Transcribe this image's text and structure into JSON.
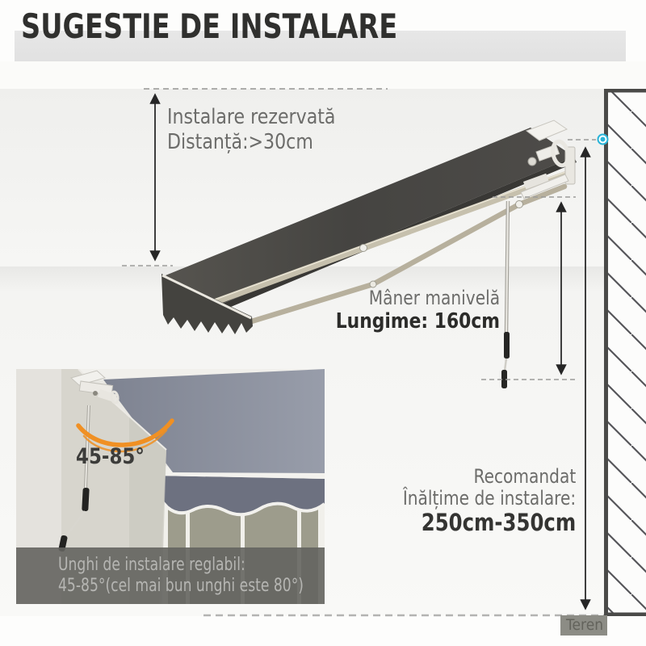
{
  "title": "SUGESTIE DE INSTALARE",
  "labels": {
    "reserved_line1": "Instalare rezervată",
    "reserved_line2": "Distanță:>30cm",
    "crank_line1": "Mâner manivelă",
    "crank_line2": "Lungime: 160cm",
    "height_line1": "Recomandat",
    "height_line2": "Înălțime de instalare:",
    "height_line3": "250cm-350cm",
    "ground": "Teren"
  },
  "inset": {
    "angle_label": "45-85°",
    "caption_line1": "Unghi de instalare reglabil:",
    "caption_line2": "45-85°(cel mai bun unghi este 80°)"
  },
  "measurements": {
    "reserved_distance": ">30cm",
    "crank_length": "160cm",
    "install_height_range": "250cm-350cm",
    "adjustable_angle_range": "45-85°",
    "best_angle": "80°"
  },
  "colors": {
    "accent_teal": "#29b4d8",
    "accent_orange": "#f09023",
    "fabric_dark": "#4a4947",
    "arm_beige": "#c6c0ad",
    "title_band": "#e4e4e4",
    "caption_band": "#64645f",
    "text_gray": "#6c6c6a",
    "text_dark": "#2c2c2a"
  }
}
